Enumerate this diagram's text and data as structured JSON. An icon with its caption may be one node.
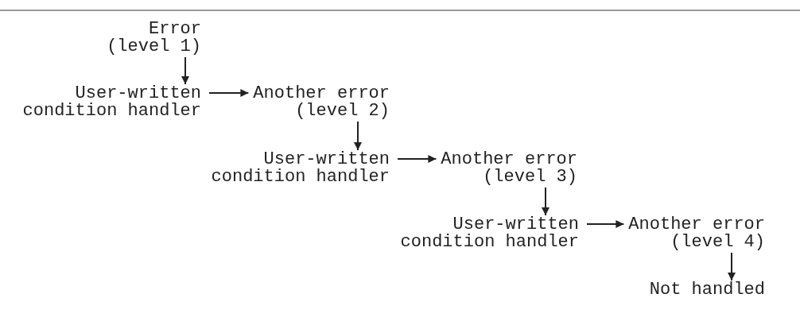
{
  "diagram": {
    "nodes": [
      {
        "text": [
          "Error (level 1)"
        ]
      },
      {
        "text": [
          "User-written condition handler"
        ]
      },
      {
        "text": [
          "Another error (level 2)"
        ]
      },
      {
        "text": [
          "User-written condition handler"
        ]
      },
      {
        "text": [
          "Another error (level 3)"
        ]
      },
      {
        "text": [
          "User-written condition handler"
        ]
      },
      {
        "text": [
          "Another error (level 4)"
        ]
      },
      {
        "text": [
          "Not handled"
        ]
      }
    ],
    "edges": [
      {
        "from": 0,
        "to": 1,
        "arrow": "to"
      },
      {
        "from": 1,
        "to": 2,
        "arrow": "to"
      },
      {
        "from": 2,
        "to": 3,
        "arrow": "to"
      },
      {
        "from": 3,
        "to": 4,
        "arrow": "to"
      },
      {
        "from": 4,
        "to": 5,
        "arrow": "to"
      },
      {
        "from": 5,
        "to": 6,
        "arrow": "to"
      },
      {
        "from": 6,
        "to": 7,
        "arrow": "to"
      }
    ]
  }
}
